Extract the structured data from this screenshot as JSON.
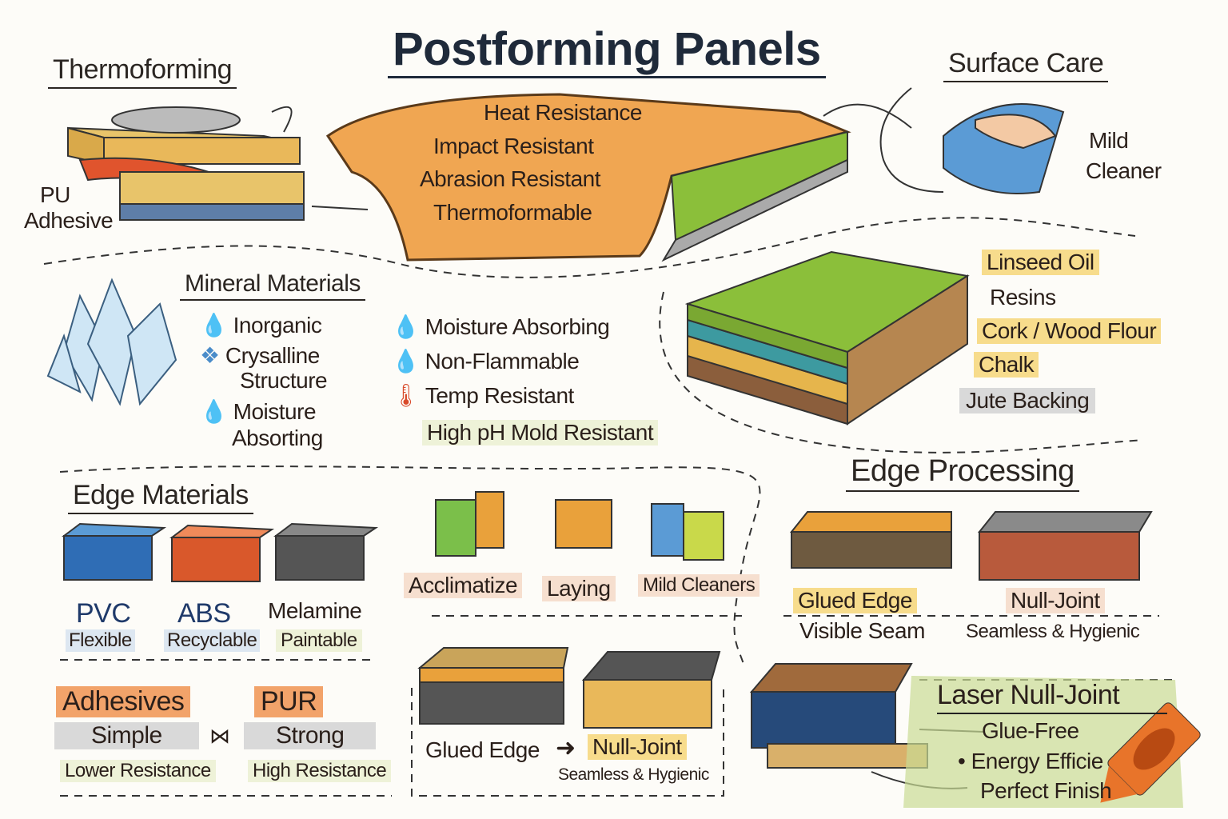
{
  "title": "Postforming Panels",
  "thermoforming": {
    "heading": "Thermoforming",
    "pu_label": "PU",
    "adhesive_label": "Adhesive"
  },
  "panel_properties": [
    "Heat Resistance",
    "Impact Resistant",
    "Abrasion Resistant",
    "Thermoformable"
  ],
  "surface_care": {
    "heading": "Surface Care",
    "cleaner": [
      "Mild",
      "Cleaner"
    ]
  },
  "mineral": {
    "heading": "Mineral Materials",
    "items": [
      "Inorganic",
      "Crysalline",
      "Structure",
      "Moisture",
      "Absorting"
    ],
    "properties": [
      "Moisture Absorbing",
      "Non-Flammable",
      "Temp Resistant",
      "High pH Mold Resistant"
    ]
  },
  "linoleum_layers": [
    "Linseed Oil",
    "Resins",
    "Cork / Wood Flour",
    "Chalk",
    "Jute Backing"
  ],
  "edge_materials": {
    "heading": "Edge Materials",
    "items": [
      {
        "name": "PVC",
        "trait": "Flexible",
        "color": "#2f6db5"
      },
      {
        "name": "ABS",
        "trait": "Recyclable",
        "color": "#d9582b"
      },
      {
        "name": "Melamine",
        "trait": "Paintable",
        "color": "#555555"
      }
    ]
  },
  "installation": [
    "Acclimatize",
    "Laying",
    "Mild Cleaners"
  ],
  "adhesives": {
    "left": {
      "name": "Adhesives",
      "type": "Simple",
      "resistance": "Lower Resistance"
    },
    "right": {
      "name": "PUR",
      "type": "Strong",
      "resistance": "High Resistance"
    }
  },
  "edge_compare": {
    "glued": "Glued Edge",
    "null": "Null-Joint",
    "null_sub": "Seamless & Hygienic"
  },
  "edge_processing": {
    "heading": "Edge Processing",
    "glued": {
      "name": "Glued Edge",
      "sub": "Visible Seam"
    },
    "null": {
      "name": "Null-Joint",
      "sub": "Seamless & Hygienic"
    }
  },
  "laser": {
    "heading": "Laser Null-Joint",
    "items": [
      "Glue-Free",
      "Energy Efficie",
      "Perfect Finish"
    ]
  },
  "colors": {
    "orange": "#f0a652",
    "green": "#8bbf3a",
    "blue": "#2f6db5",
    "crayon": "#e8742a"
  }
}
